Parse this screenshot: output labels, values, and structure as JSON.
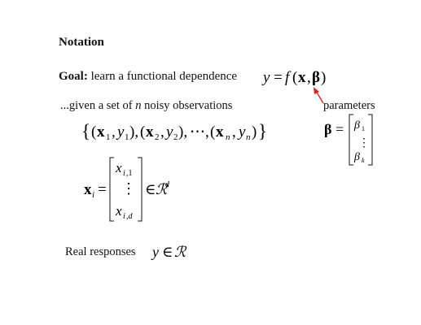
{
  "slide": {
    "heading": "Notation",
    "goal_label": "Goal:",
    "goal_text": "learn a functional dependence",
    "given_prefix": "...given a set of ",
    "given_n": "n",
    "given_suffix": " noisy observations",
    "parameters_label": "parameters",
    "real_label": "Real responses",
    "arrow_color": "#e02020"
  }
}
